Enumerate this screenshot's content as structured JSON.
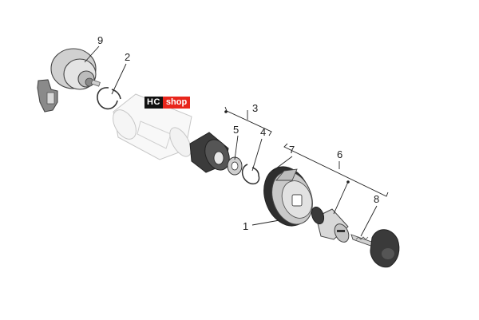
{
  "brand": {
    "hc_text": "HC",
    "shop_text": "shop",
    "hc_bg": "#111111",
    "shop_bg": "#e8261c"
  },
  "callouts": {
    "n1": "1",
    "n2": "2",
    "n3": "3",
    "n4": "4",
    "n5": "5",
    "n6": "6",
    "n7": "7",
    "n8": "8",
    "n9": "9"
  },
  "colors": {
    "metal_light": "#e6e6e6",
    "metal_mid": "#bdbdbd",
    "metal_dark": "#7d7d7d",
    "black_part": "#3a3a3a",
    "line": "#222222"
  }
}
